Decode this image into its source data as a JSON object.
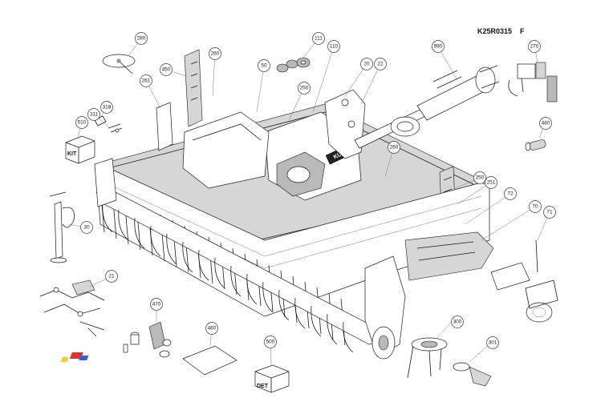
{
  "drawing": {
    "code": "K25R0315",
    "revision": "F"
  },
  "brand_plate": "KUHN",
  "kit_label": "KIT",
  "box_label": "DET",
  "callouts": [
    {
      "id": "c280",
      "label": "280"
    },
    {
      "id": "c450",
      "label": "450"
    },
    {
      "id": "c261",
      "label": "261"
    },
    {
      "id": "c260a",
      "label": "260"
    },
    {
      "id": "c50",
      "label": "50"
    },
    {
      "id": "c111",
      "label": "111"
    },
    {
      "id": "c110",
      "label": "110"
    },
    {
      "id": "c250a",
      "label": "250"
    },
    {
      "id": "c20",
      "label": "20"
    },
    {
      "id": "c22",
      "label": "22"
    },
    {
      "id": "c990",
      "label": "990"
    },
    {
      "id": "c270",
      "label": "270"
    },
    {
      "id": "c480",
      "label": "480"
    },
    {
      "id": "c318",
      "label": "318"
    },
    {
      "id": "c311",
      "label": "311"
    },
    {
      "id": "c510",
      "label": "510"
    },
    {
      "id": "c260b",
      "label": "260"
    },
    {
      "id": "c250b",
      "label": "250"
    },
    {
      "id": "c251",
      "label": "251"
    },
    {
      "id": "c72",
      "label": "72"
    },
    {
      "id": "c70",
      "label": "70"
    },
    {
      "id": "c71",
      "label": "71"
    },
    {
      "id": "c30",
      "label": "30"
    },
    {
      "id": "c21",
      "label": "21"
    },
    {
      "id": "c470",
      "label": "470"
    },
    {
      "id": "c460",
      "label": "460"
    },
    {
      "id": "c500",
      "label": "500"
    },
    {
      "id": "c300",
      "label": "300"
    },
    {
      "id": "c301",
      "label": "301"
    }
  ]
}
